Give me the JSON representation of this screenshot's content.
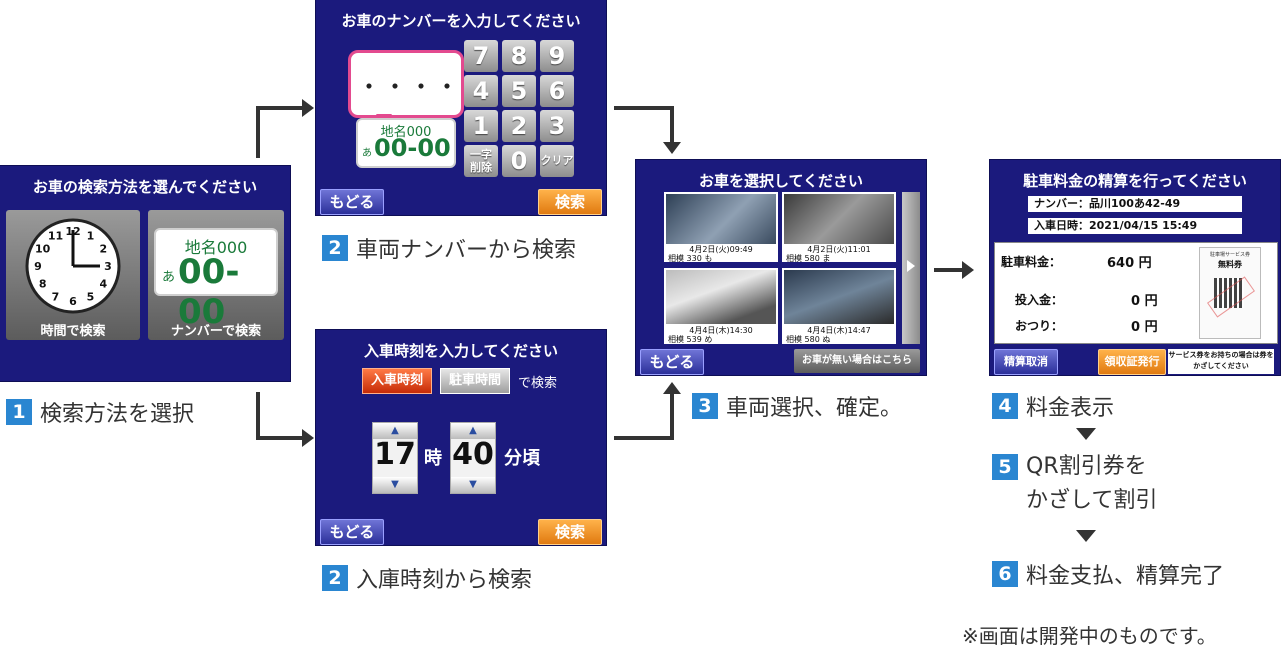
{
  "steps": {
    "s1": {
      "num": "1",
      "text": "検索方法を選択"
    },
    "s2a": {
      "num": "2",
      "text": "車両ナンバーから検索"
    },
    "s2b": {
      "num": "2",
      "text": "入庫時刻から検索"
    },
    "s3": {
      "num": "3",
      "text": "車両選択、確定。"
    },
    "s4": {
      "num": "4",
      "text": "料金表示"
    },
    "s5": {
      "num": "5",
      "line1": "QR割引券を",
      "line2": "かざして割引"
    },
    "s6": {
      "num": "6",
      "text": "料金支払、精算完了"
    }
  },
  "note": "※画面は開発中のものです。",
  "screen_method": {
    "title": "お車の検索方法を選んでください",
    "time_label": "時間で検索",
    "number_label": "ナンバーで検索",
    "plate_top": "地名000",
    "plate_kana": "あ",
    "plate_num": "00-00",
    "clock_numbers": [
      "12",
      "1",
      "2",
      "3",
      "4",
      "5",
      "6",
      "7",
      "8",
      "9",
      "10",
      "11"
    ]
  },
  "screen_number": {
    "title": "お車のナンバーを入力してください",
    "dots": "・・・・",
    "plate_top": "地名000",
    "plate_kana": "あ",
    "plate_num": "00-00",
    "keys": [
      "7",
      "8",
      "9",
      "4",
      "5",
      "6",
      "1",
      "2",
      "3"
    ],
    "key_delete_1": "一字",
    "key_delete_2": "削除",
    "key_zero": "0",
    "key_clear": "クリア",
    "back": "もどる",
    "search": "検索"
  },
  "screen_time": {
    "title": "入車時刻を入力してください",
    "mode_active": "入車時刻",
    "mode_inactive": "駐車時間",
    "mode_suffix": "で検索",
    "hour": "17",
    "hour_unit": "時",
    "minute": "40",
    "minute_unit": "分頃",
    "back": "もどる",
    "search": "検索"
  },
  "screen_select": {
    "title": "お車を選択してください",
    "cars": [
      {
        "time": "4月2日(火)09:49",
        "plate": "相模 330 も"
      },
      {
        "time": "4月2日(火)11:01",
        "plate": "相模 580 ま"
      },
      {
        "time": "4月4日(木)14:30",
        "plate": "相模 539 め"
      },
      {
        "time": "4月4日(木)14:47",
        "plate": "相模 580 ぬ"
      }
    ],
    "back": "もどる",
    "none": "お車が無い場合はこちら"
  },
  "screen_fee": {
    "title": "駐車料金の精算を行ってください",
    "number_line": "ナンバー：品川100あ42-49",
    "time_line": "入車日時：2021/04/15 15:49",
    "fee_label": "駐車料金：",
    "fee_value": "640 円",
    "paid_label": "投入金：",
    "paid_value": "0 円",
    "change_label": "おつり：",
    "change_value": "0 円",
    "ticket_title": "無料券",
    "ticket_small": "駐車場サービス券",
    "cancel": "精算取消",
    "receipt": "領収証発行",
    "service": "サービス券をお持ちの場合は券をかざしてください"
  },
  "colors": {
    "screen_bg": "#1b1a7d",
    "step_badge": "#2a86d1",
    "arrow": "#333333"
  }
}
